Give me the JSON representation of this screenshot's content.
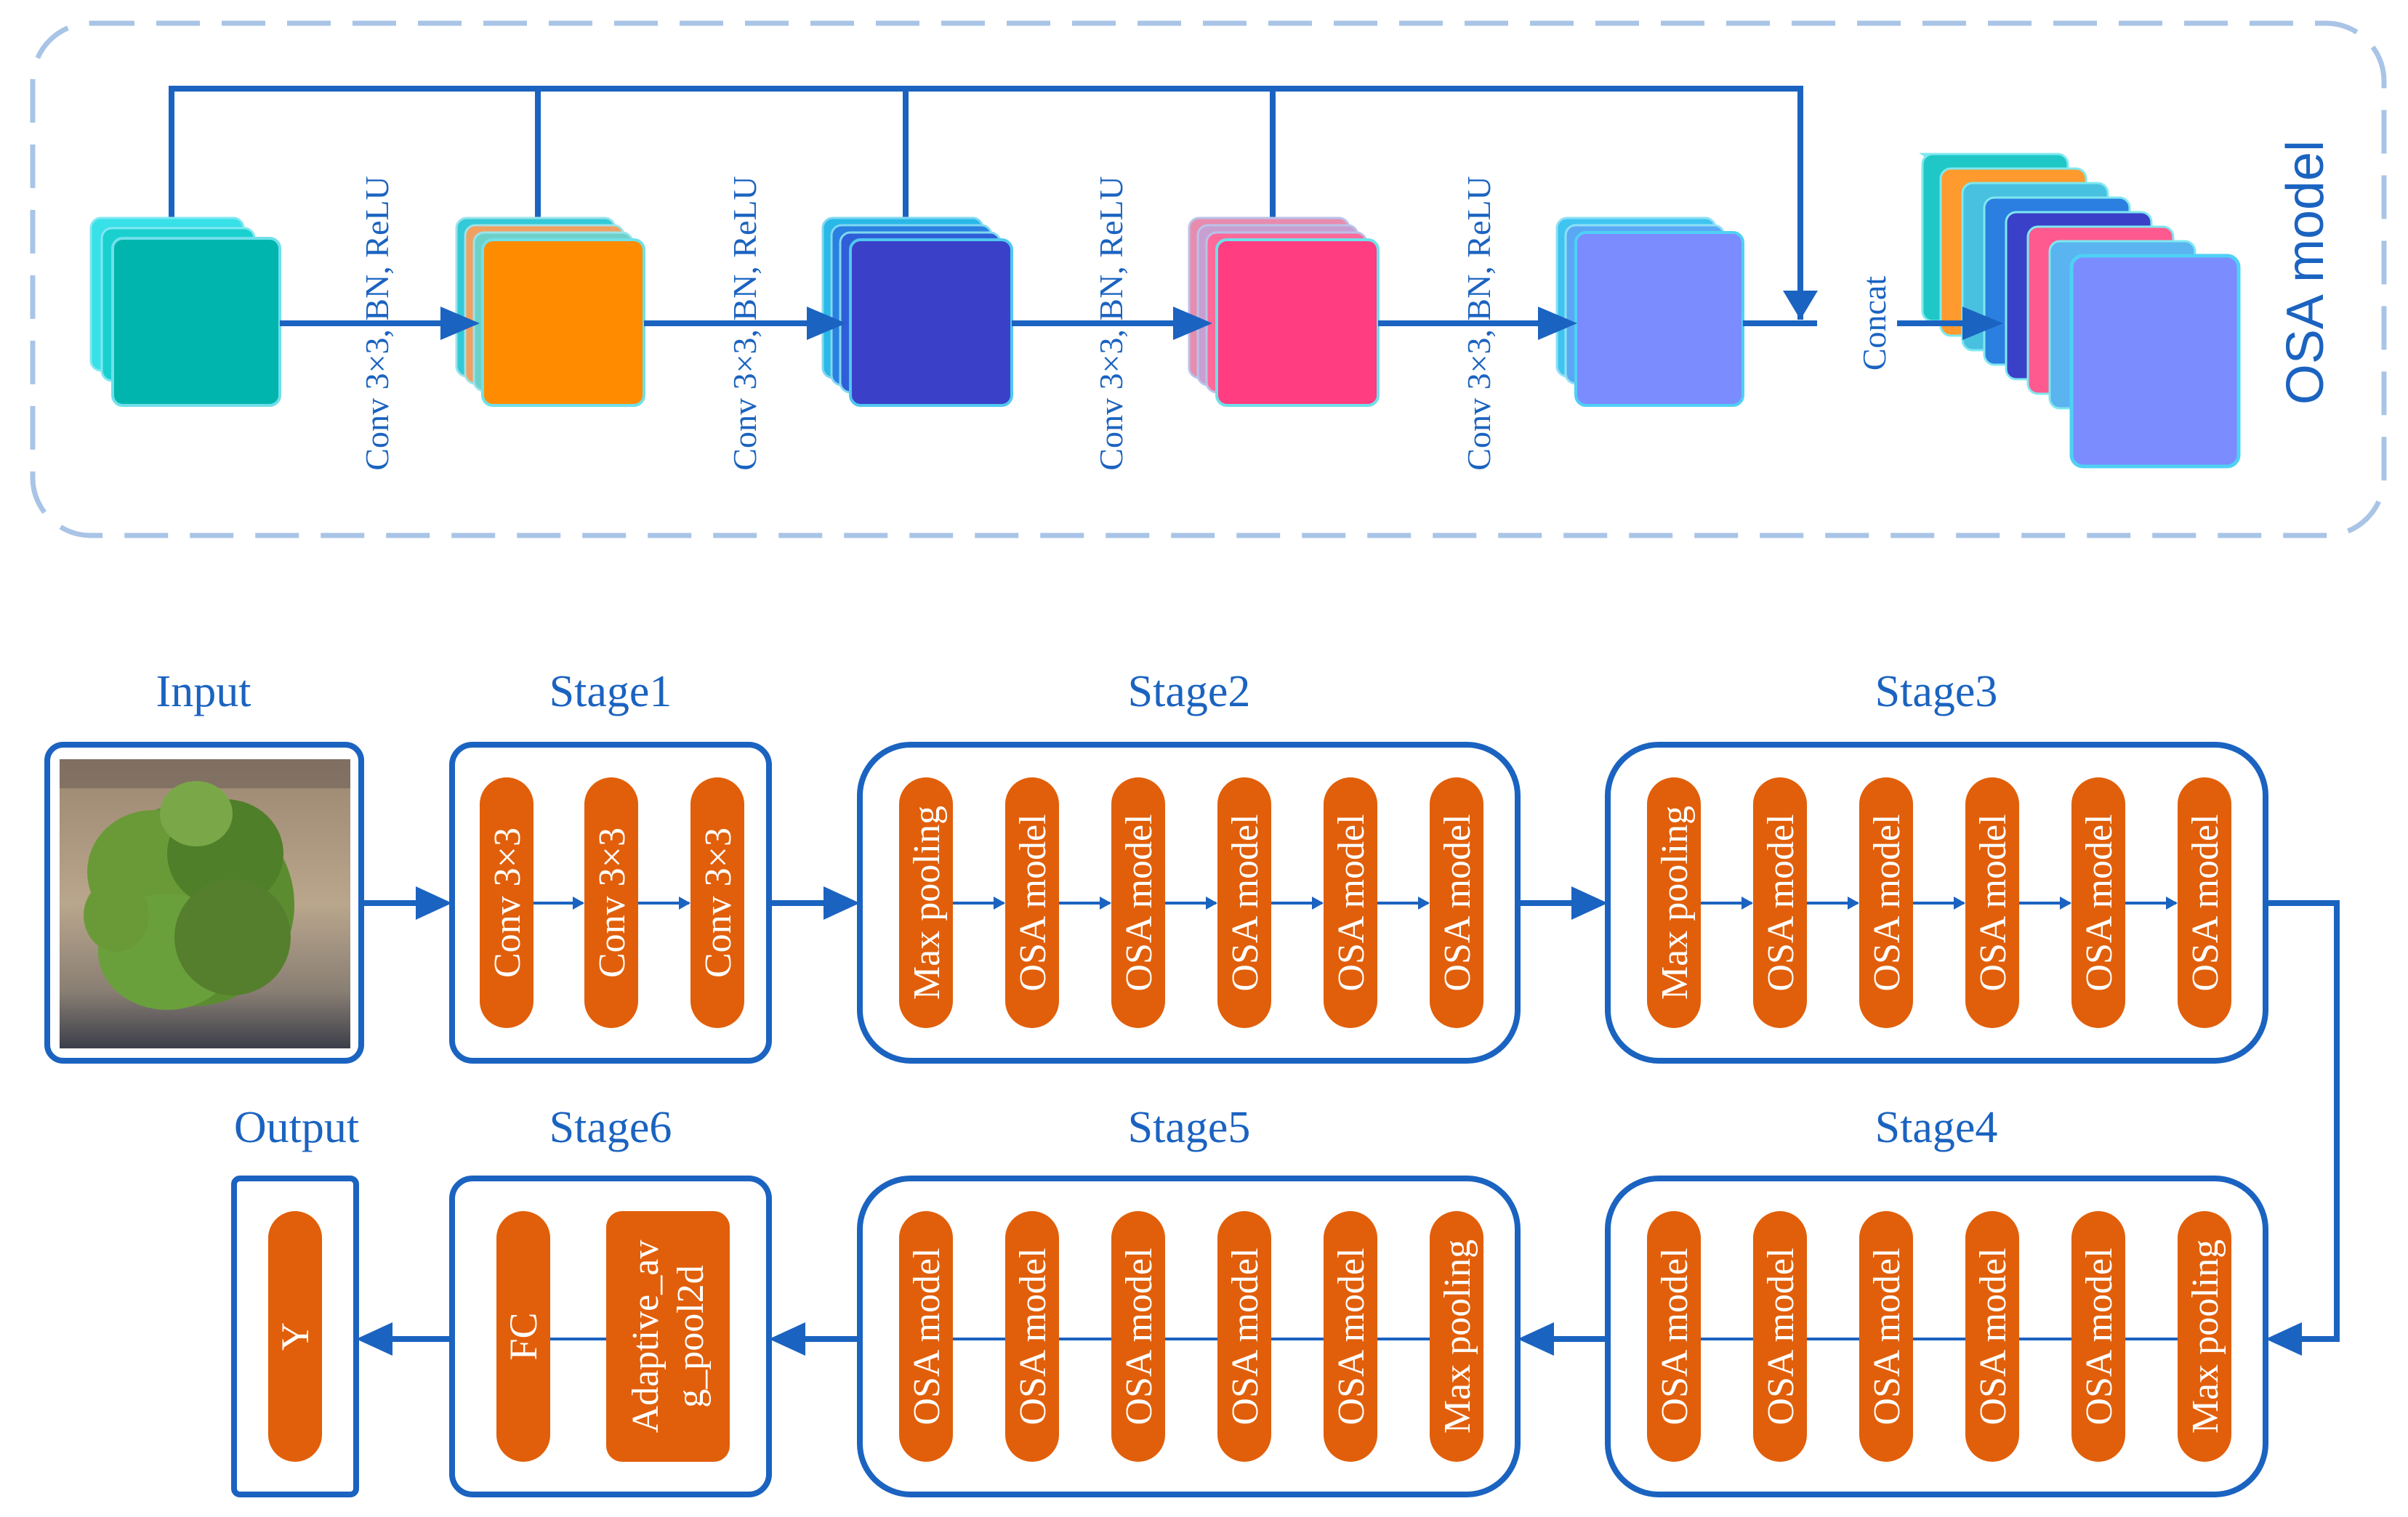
{
  "osa_panel": {
    "title": "OSA model",
    "conv_label": "Conv 3×3, BN, ReLU",
    "concat_label": "Concat",
    "feature_colors": [
      "#00b5ad",
      "#ff8c00",
      "#3a40c8",
      "#ff3d80",
      "#7b8cff"
    ]
  },
  "pipeline": {
    "stages": [
      {
        "title": "Input",
        "blocks": []
      },
      {
        "title": "Stage1",
        "blocks": [
          "Conv 3×3",
          "Conv 3×3",
          "Conv 3×3"
        ]
      },
      {
        "title": "Stage2",
        "blocks": [
          "Max pooling",
          "OSA model",
          "OSA model",
          "OSA model",
          "OSA model",
          "OSA model"
        ]
      },
      {
        "title": "Stage3",
        "blocks": [
          "Max pooling",
          "OSA model",
          "OSA model",
          "OSA model",
          "OSA model",
          "OSA model"
        ]
      },
      {
        "title": "Stage4",
        "blocks": [
          "OSA model",
          "OSA model",
          "OSA model",
          "OSA model",
          "OSA model",
          "Max pooling"
        ]
      },
      {
        "title": "Stage5",
        "blocks": [
          "OSA model",
          "OSA model",
          "OSA model",
          "OSA model",
          "OSA model",
          "Max pooling"
        ]
      },
      {
        "title": "Stage6",
        "blocks": [
          "FC",
          "Adaptive_avg_pool2d"
        ]
      },
      {
        "title": "Output",
        "blocks": [
          "Y"
        ]
      }
    ]
  },
  "colors": {
    "primary_blue": "#1b63c0",
    "block_orange": "#e15f0a",
    "dashed_border": "#a9c4e6",
    "text_blue": "#1b63c0"
  }
}
